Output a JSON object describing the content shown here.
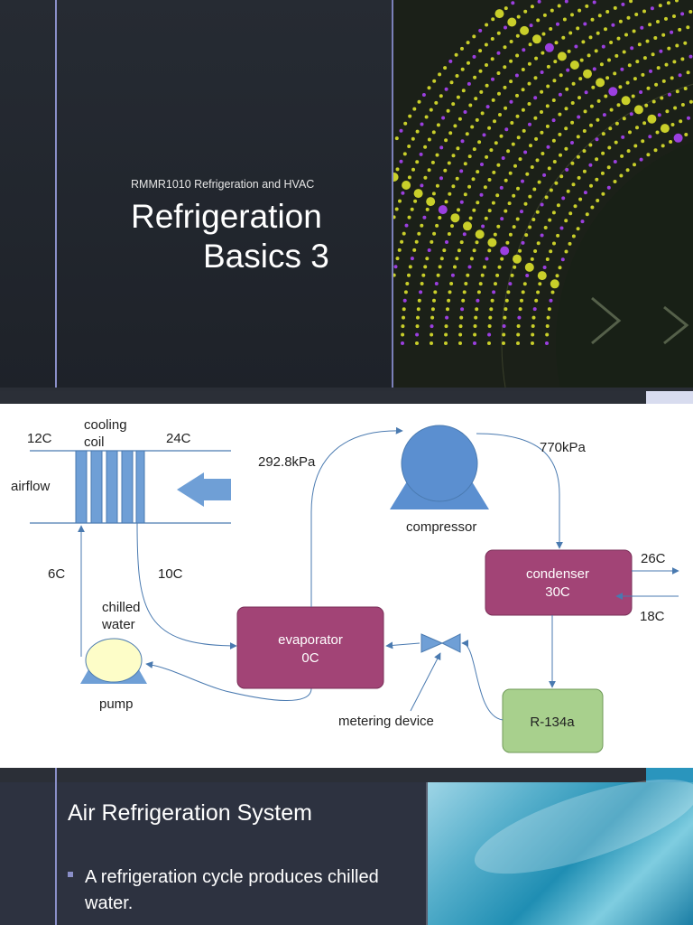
{
  "slide1": {
    "subtitle": "RMMR1010 Refrigeration and HVAC",
    "title_line1": "Refrigeration",
    "title_line2": "Basics 3"
  },
  "diagram": {
    "labels": {
      "cooling_coil_line1": "cooling",
      "cooling_coil_line2": "coil",
      "temp_air_out": "12C",
      "temp_air_in": "24C",
      "airflow": "airflow",
      "temp_supply": "6C",
      "temp_return": "10C",
      "chilled_water_line1": "chilled",
      "chilled_water_line2": "water",
      "pump": "pump",
      "evaporator_line1": "evaporator",
      "evaporator_line2": "0C",
      "suction_pressure": "292.8kPa",
      "discharge_pressure": "770kPa",
      "compressor": "compressor",
      "condenser_line1": "condenser",
      "condenser_line2": "30C",
      "condenser_water_out": "26C",
      "condenser_water_in": "18C",
      "refrigerant": "R-134a",
      "metering_device": "metering device"
    },
    "colors": {
      "coil": "#6f9fd6",
      "evaporator": "#a24476",
      "condenser": "#a24476",
      "compressor": "#5b8fd0",
      "pump": "#6f9fd6",
      "pump_body": "#fdfdc8",
      "refrigerant_box": "#a8d08d",
      "lines": "#4a7ab0"
    }
  },
  "slide3": {
    "heading": "Air Refrigeration System",
    "bullet": "A refrigeration cycle produces chilled water."
  }
}
